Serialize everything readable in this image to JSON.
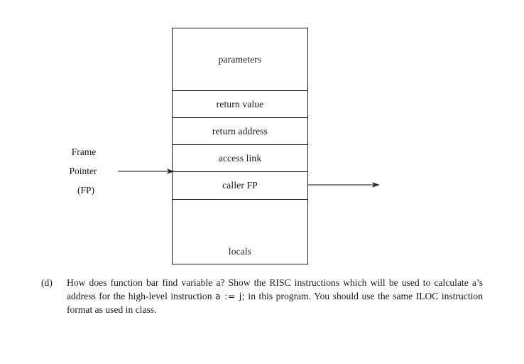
{
  "page": {
    "background_color": "#ffffff",
    "ink_color": "#1a1a1a"
  },
  "diagram": {
    "name": "activation-record-stack-frame",
    "border_color": "#1c1c1c",
    "cells": [
      {
        "id": "parameters",
        "label": "parameters"
      },
      {
        "id": "return-value",
        "label": "return value"
      },
      {
        "id": "return-address",
        "label": "return address"
      },
      {
        "id": "access-link",
        "label": "access link"
      },
      {
        "id": "caller-fp",
        "label": "caller FP"
      },
      {
        "id": "locals",
        "label": "locals"
      }
    ],
    "frame_pointer": {
      "line1": "Frame",
      "line2": "Pointer",
      "line3": "(FP)"
    },
    "arrows": [
      {
        "id": "fp-arrow",
        "direction": "right",
        "target": "caller-fp-boundary"
      },
      {
        "id": "caller-fp-arrow",
        "direction": "right",
        "target": "previous-frame"
      }
    ]
  },
  "question": {
    "marker": "(d)",
    "text_part1": "How does function bar find variable a? Show the RISC instructions which will be used to calculate a’s address for the high-level instruction ",
    "code": "a := j;",
    "text_part2": " in this program. You should use the same ILOC instruction format as used in class."
  }
}
